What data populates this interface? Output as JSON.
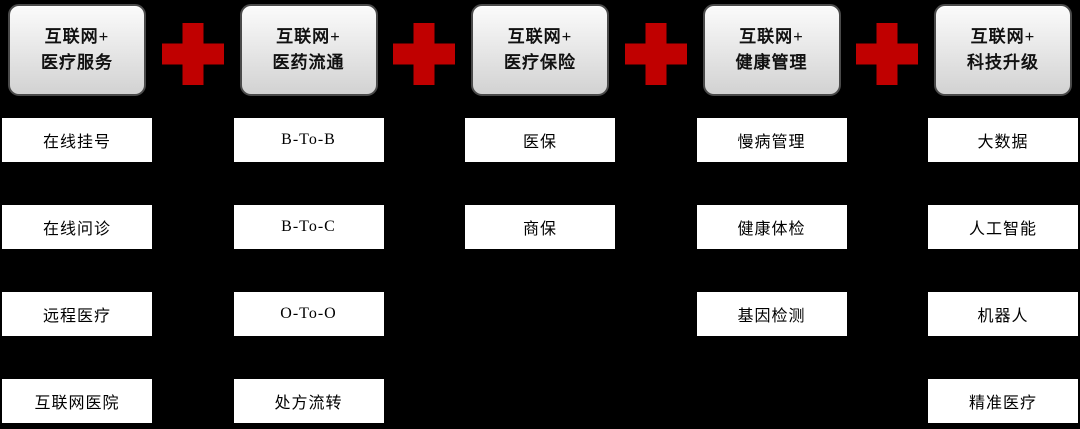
{
  "colors": {
    "background": "#000000",
    "cross-red": "#c00000",
    "box-bg": "#ffffff",
    "box-text": "#000000",
    "header-border": "#4a4a4a"
  },
  "columns": [
    {
      "header": {
        "line1": "互联网+",
        "line2": "医疗服务"
      },
      "items": [
        "在线挂号",
        "在线问诊",
        "远程医疗",
        "互联网医院"
      ]
    },
    {
      "header": {
        "line1": "互联网+",
        "line2": "医药流通"
      },
      "items": [
        "B-To-B",
        "B-To-C",
        "O-To-O",
        "处方流转"
      ]
    },
    {
      "header": {
        "line1": "互联网+",
        "line2": "医疗保险"
      },
      "items": [
        "医保",
        "商保"
      ]
    },
    {
      "header": {
        "line1": "互联网+",
        "line2": "健康管理"
      },
      "items": [
        "慢病管理",
        "健康体检",
        "基因检测"
      ]
    },
    {
      "header": {
        "line1": "互联网+",
        "line2": "科技升级"
      },
      "items": [
        "大数据",
        "人工智能",
        "机器人",
        "精准医疗"
      ]
    }
  ]
}
